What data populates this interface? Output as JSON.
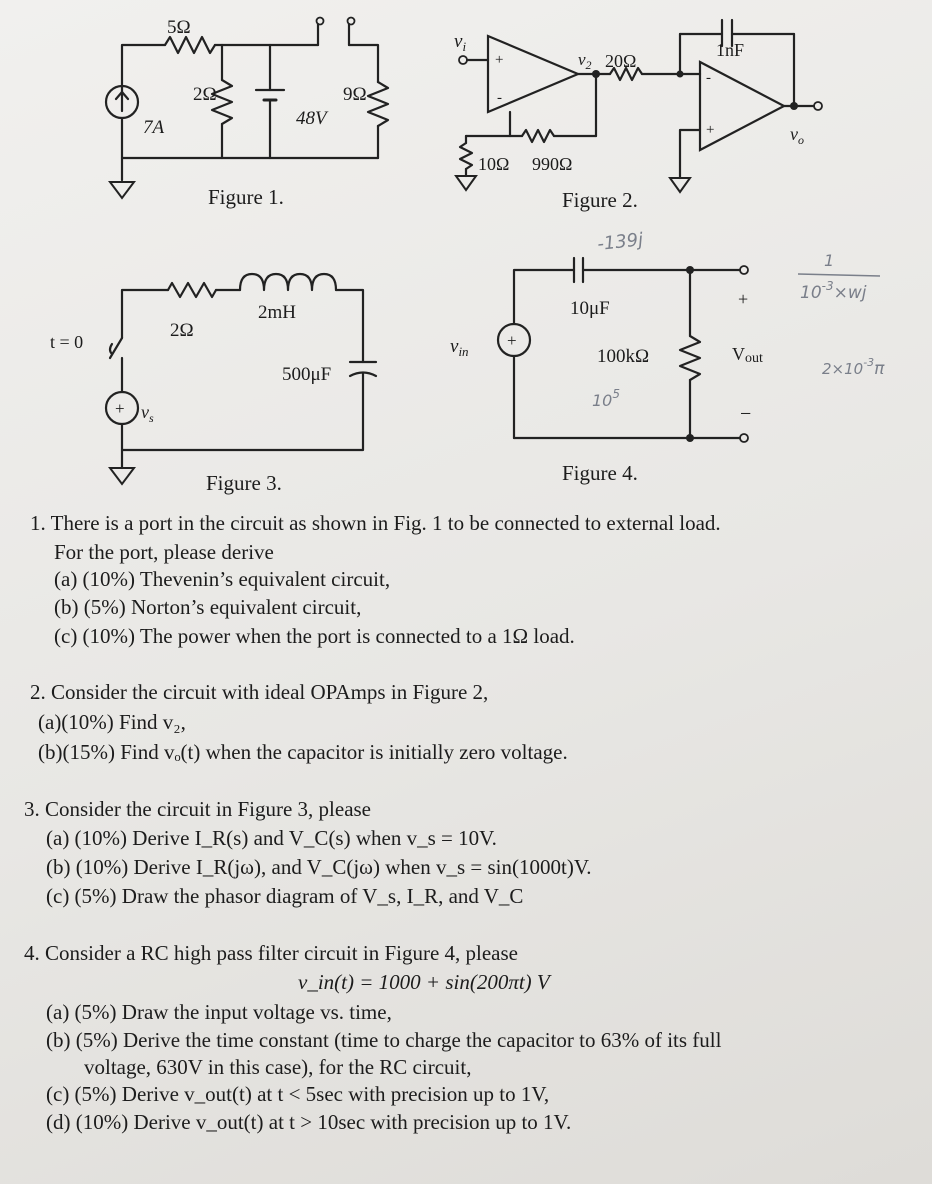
{
  "figures": {
    "fig1": {
      "caption": "Figure 1.",
      "r_top": "5Ω",
      "r_left": "2Ω",
      "r_right": "9Ω",
      "source_current": "7A",
      "battery": "48V"
    },
    "fig2": {
      "caption": "Figure 2.",
      "vi": "v",
      "vi_sub": "i",
      "v2": "v",
      "v2_sub": "2",
      "r_series": "20Ω",
      "r_ground": "10Ω",
      "r_feedback": "990Ω",
      "cap": "1nF",
      "vo": "v",
      "vo_sub": "o",
      "plus": "+",
      "minus": "-"
    },
    "fig3": {
      "caption": "Figure 3.",
      "switch": "t = 0",
      "resistor": "2Ω",
      "inductor": "2mH",
      "capacitor": "500μF",
      "source": "v",
      "source_sub": "s",
      "plus": "+"
    },
    "fig4": {
      "caption": "Figure 4.",
      "vin": "v",
      "vin_sub": "in",
      "cap": "10μF",
      "resistor": "100kΩ",
      "vout": "V",
      "vout_sub": "out",
      "plus": "+",
      "minus": "−"
    }
  },
  "handwritten": {
    "n1": "-139j",
    "n2": "10",
    "n2_sup": "5",
    "n3": "1",
    "n4": "10",
    "n4_sup": "-3",
    "n4_rest": "×wj",
    "n5": "2×10",
    "n5_sup": "-3",
    "n5_rest": "π"
  },
  "questions": {
    "q1": {
      "line1": "1. There is a port in the circuit as shown in Fig. 1 to be connected to external load.",
      "line2": "For the port, please derive",
      "a": "(a) (10%) Thevenin’s equivalent circuit,",
      "b": "(b) (5%) Norton’s equivalent circuit,",
      "c": "(c) (10%) The power when the port is connected to a  1Ω  load."
    },
    "q2": {
      "line1": "2. Consider the circuit with ideal OPAmps in Figure 2,",
      "a": "(a)(10%) Find  v₂,",
      "b": "(b)(15%) Find  vₒ(t)  when the capacitor is initially zero voltage."
    },
    "q3": {
      "line1": "3. Consider the circuit in Figure 3, please",
      "a": "(a) (10%) Derive  I_R(s)  and  V_C(s)  when  v_s  =  10V.",
      "b": "(b) (10%) Derive  I_R(jω), and  V_C(jω)  when  v_s  =  sin(1000t)V.",
      "c": "(c) (5%) Draw the phasor diagram of  V_s,  I_R, and  V_C"
    },
    "q4": {
      "line1": "4. Consider a RC high pass filter circuit in Figure 4, please",
      "eq": "v_in(t)  =  1000 + sin(200πt)  V",
      "a": "(a) (5%) Draw the input voltage vs. time,",
      "b1": "(b) (5%) Derive the time constant (time to charge the capacitor to 63% of its full",
      "b2": "voltage, 630V in this case), for the RC circuit,",
      "c": "(c) (5%) Derive  v_out(t)  at t < 5sec with precision up to 1V,",
      "d": "(d) (10%) Derive  v_out(t)  at t > 10sec with precision up to 1V."
    }
  }
}
